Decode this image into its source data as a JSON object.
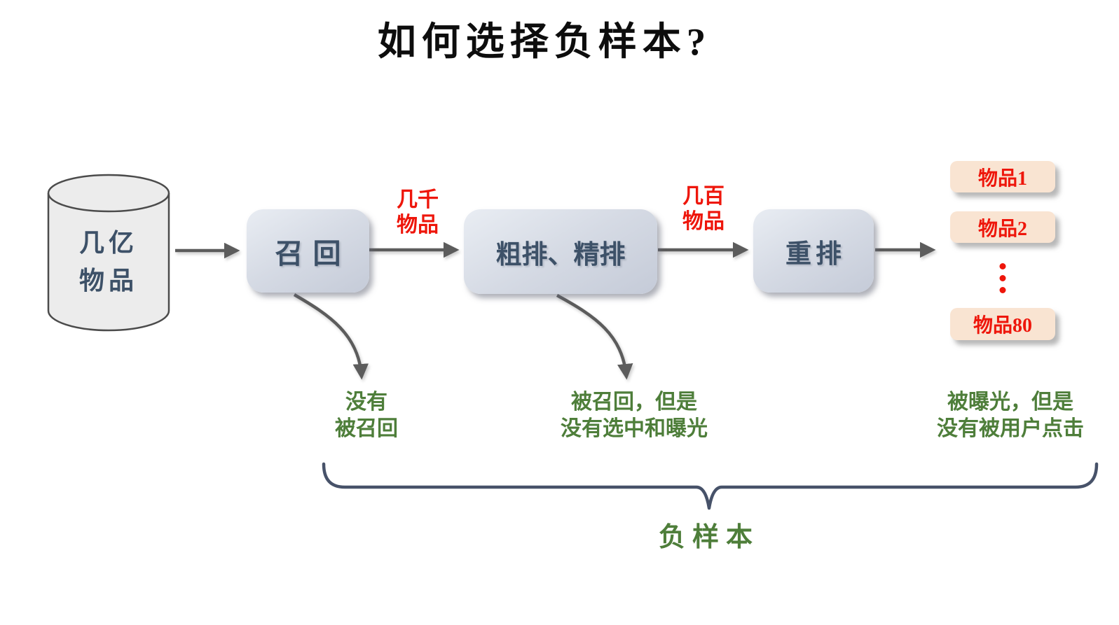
{
  "title": "如何选择负样本?",
  "source_db": {
    "line1": "几亿",
    "line2": "物品"
  },
  "stages": {
    "recall": "召回",
    "ranking": "粗排、精排",
    "rerank": "重排"
  },
  "flow_labels": {
    "after_recall": {
      "line1": "几千",
      "line2": "物品"
    },
    "after_ranking": {
      "line1": "几百",
      "line2": "物品"
    }
  },
  "output_items": {
    "item1": "物品1",
    "item2": "物品2",
    "item_last": "物品80"
  },
  "annotations": {
    "not_recalled": {
      "line1": "没有",
      "line2": "被召回"
    },
    "recalled_not_exposed": {
      "line1": "被召回，但是",
      "line2": "没有选中和曝光"
    },
    "exposed_not_clicked": {
      "line1": "被曝光，但是",
      "line2": "没有被用户点击"
    }
  },
  "brace_label": "负样本",
  "colors": {
    "stage_text": "#3d5168",
    "red_accent": "#ee160b",
    "green_accent": "#4e7e3a",
    "arrow": "#5c5c5c",
    "brace": "#475269",
    "box_fill": "#d5dae4",
    "item_fill": "#f9e4d2",
    "cylinder_fill": "#ececec"
  }
}
